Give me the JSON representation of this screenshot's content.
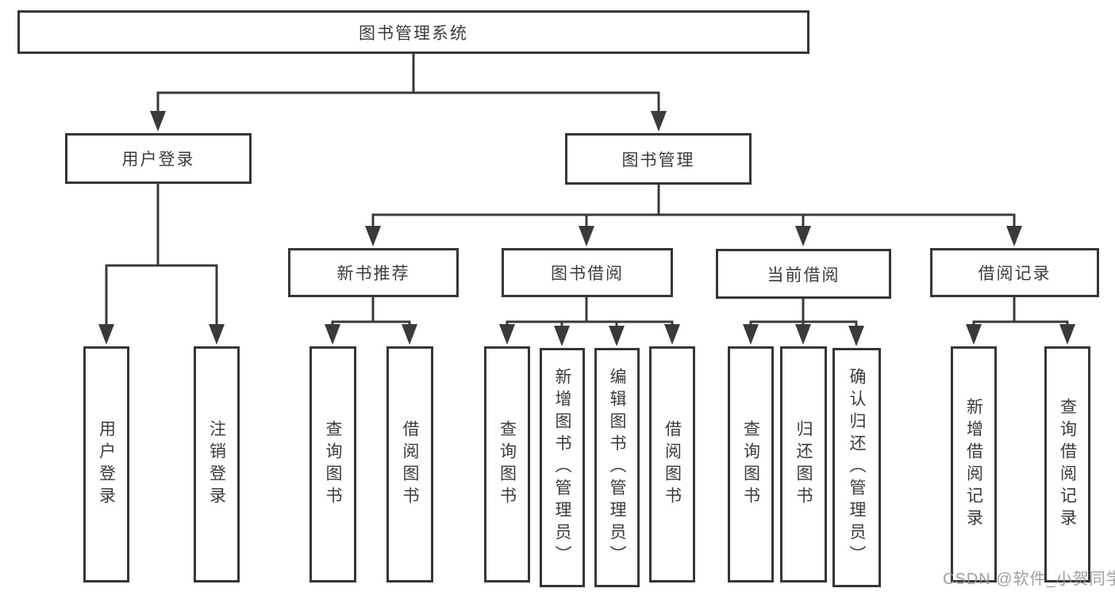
{
  "colors": {
    "line": "#3a3a3a",
    "box_border": "#363636",
    "text": "#3b3b3b",
    "background": "#ffffff",
    "watermark": "#949494"
  },
  "watermark": {
    "text": "CSDN @软件_小贺同学"
  },
  "tree": {
    "root": {
      "label": "图书管理系统"
    },
    "branches": [
      {
        "label": "用户登录",
        "children": [
          {
            "label": "用户登录"
          },
          {
            "label": "注销登录"
          }
        ]
      },
      {
        "label": "图书管理",
        "children": [
          {
            "label": "新书推荐",
            "children": [
              {
                "label": "查询图书"
              },
              {
                "label": "借阅图书"
              }
            ]
          },
          {
            "label": "图书借阅",
            "children": [
              {
                "label": "查询图书"
              },
              {
                "label": "新增图书（管理员）"
              },
              {
                "label": "编辑图书（管理员）"
              },
              {
                "label": "借阅图书"
              }
            ]
          },
          {
            "label": "当前借阅",
            "children": [
              {
                "label": "查询图书"
              },
              {
                "label": "归还图书"
              },
              {
                "label": "确认归还（管理员）"
              }
            ]
          },
          {
            "label": "借阅记录",
            "children": [
              {
                "label": "新增借阅记录"
              },
              {
                "label": "查询借阅记录"
              }
            ]
          }
        ]
      }
    ]
  }
}
